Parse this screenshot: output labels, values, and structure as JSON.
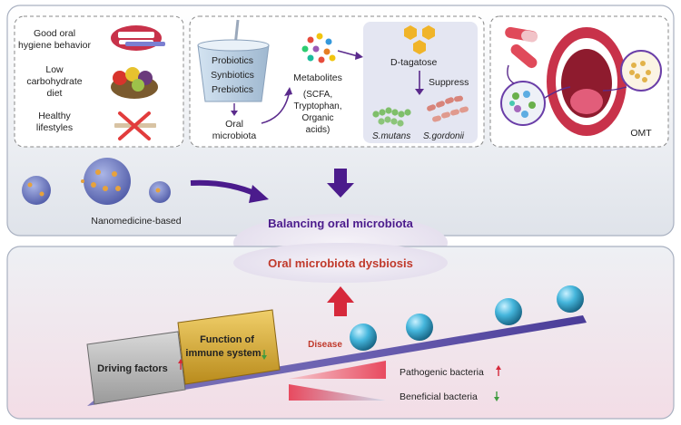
{
  "top_panel": {
    "lifestyle": {
      "items": [
        "Good oral",
        "hygiene behavior",
        "Low",
        "carbohydrate",
        "diet",
        "Healthy",
        "lifestyles"
      ]
    },
    "microbiota_box": {
      "bottle_items": [
        "Probiotics",
        "Synbiotics",
        "Prebiotics"
      ],
      "oral_label": [
        "Oral",
        "microbiota"
      ],
      "metabolites_title": "Metabolites",
      "metabolites_detail": [
        "(SCFA,",
        "Tryptophan,",
        "Organic",
        "acids)"
      ],
      "dtagatose": "D-tagatose",
      "suppress": "Suppress",
      "bacteria_1": "S.mutans",
      "bacteria_2": "S.gordonii"
    },
    "omt_label": "OMT",
    "nanomedicine_label": "Nanomedicine-based",
    "balancing_label": "Balancing oral microbiota"
  },
  "bottom_panel": {
    "dysbiosis_label": "Oral microbiota dysbiosis",
    "driving_factors": "Driving factors",
    "function_label": [
      "Function of",
      "immune system"
    ],
    "disease_label": "Disease",
    "pathogenic_label": "Pathogenic bacteria",
    "beneficial_label": "Beneficial bacteria"
  },
  "colors": {
    "accent_purple": "#4b1b8c",
    "title_red": "#c0392b",
    "up_arrow": "#d6293b",
    "down_arrow": "#3f9b3f",
    "sphere_teal": "#3fb0d3",
    "beam_purple": "#5c4fa3"
  }
}
